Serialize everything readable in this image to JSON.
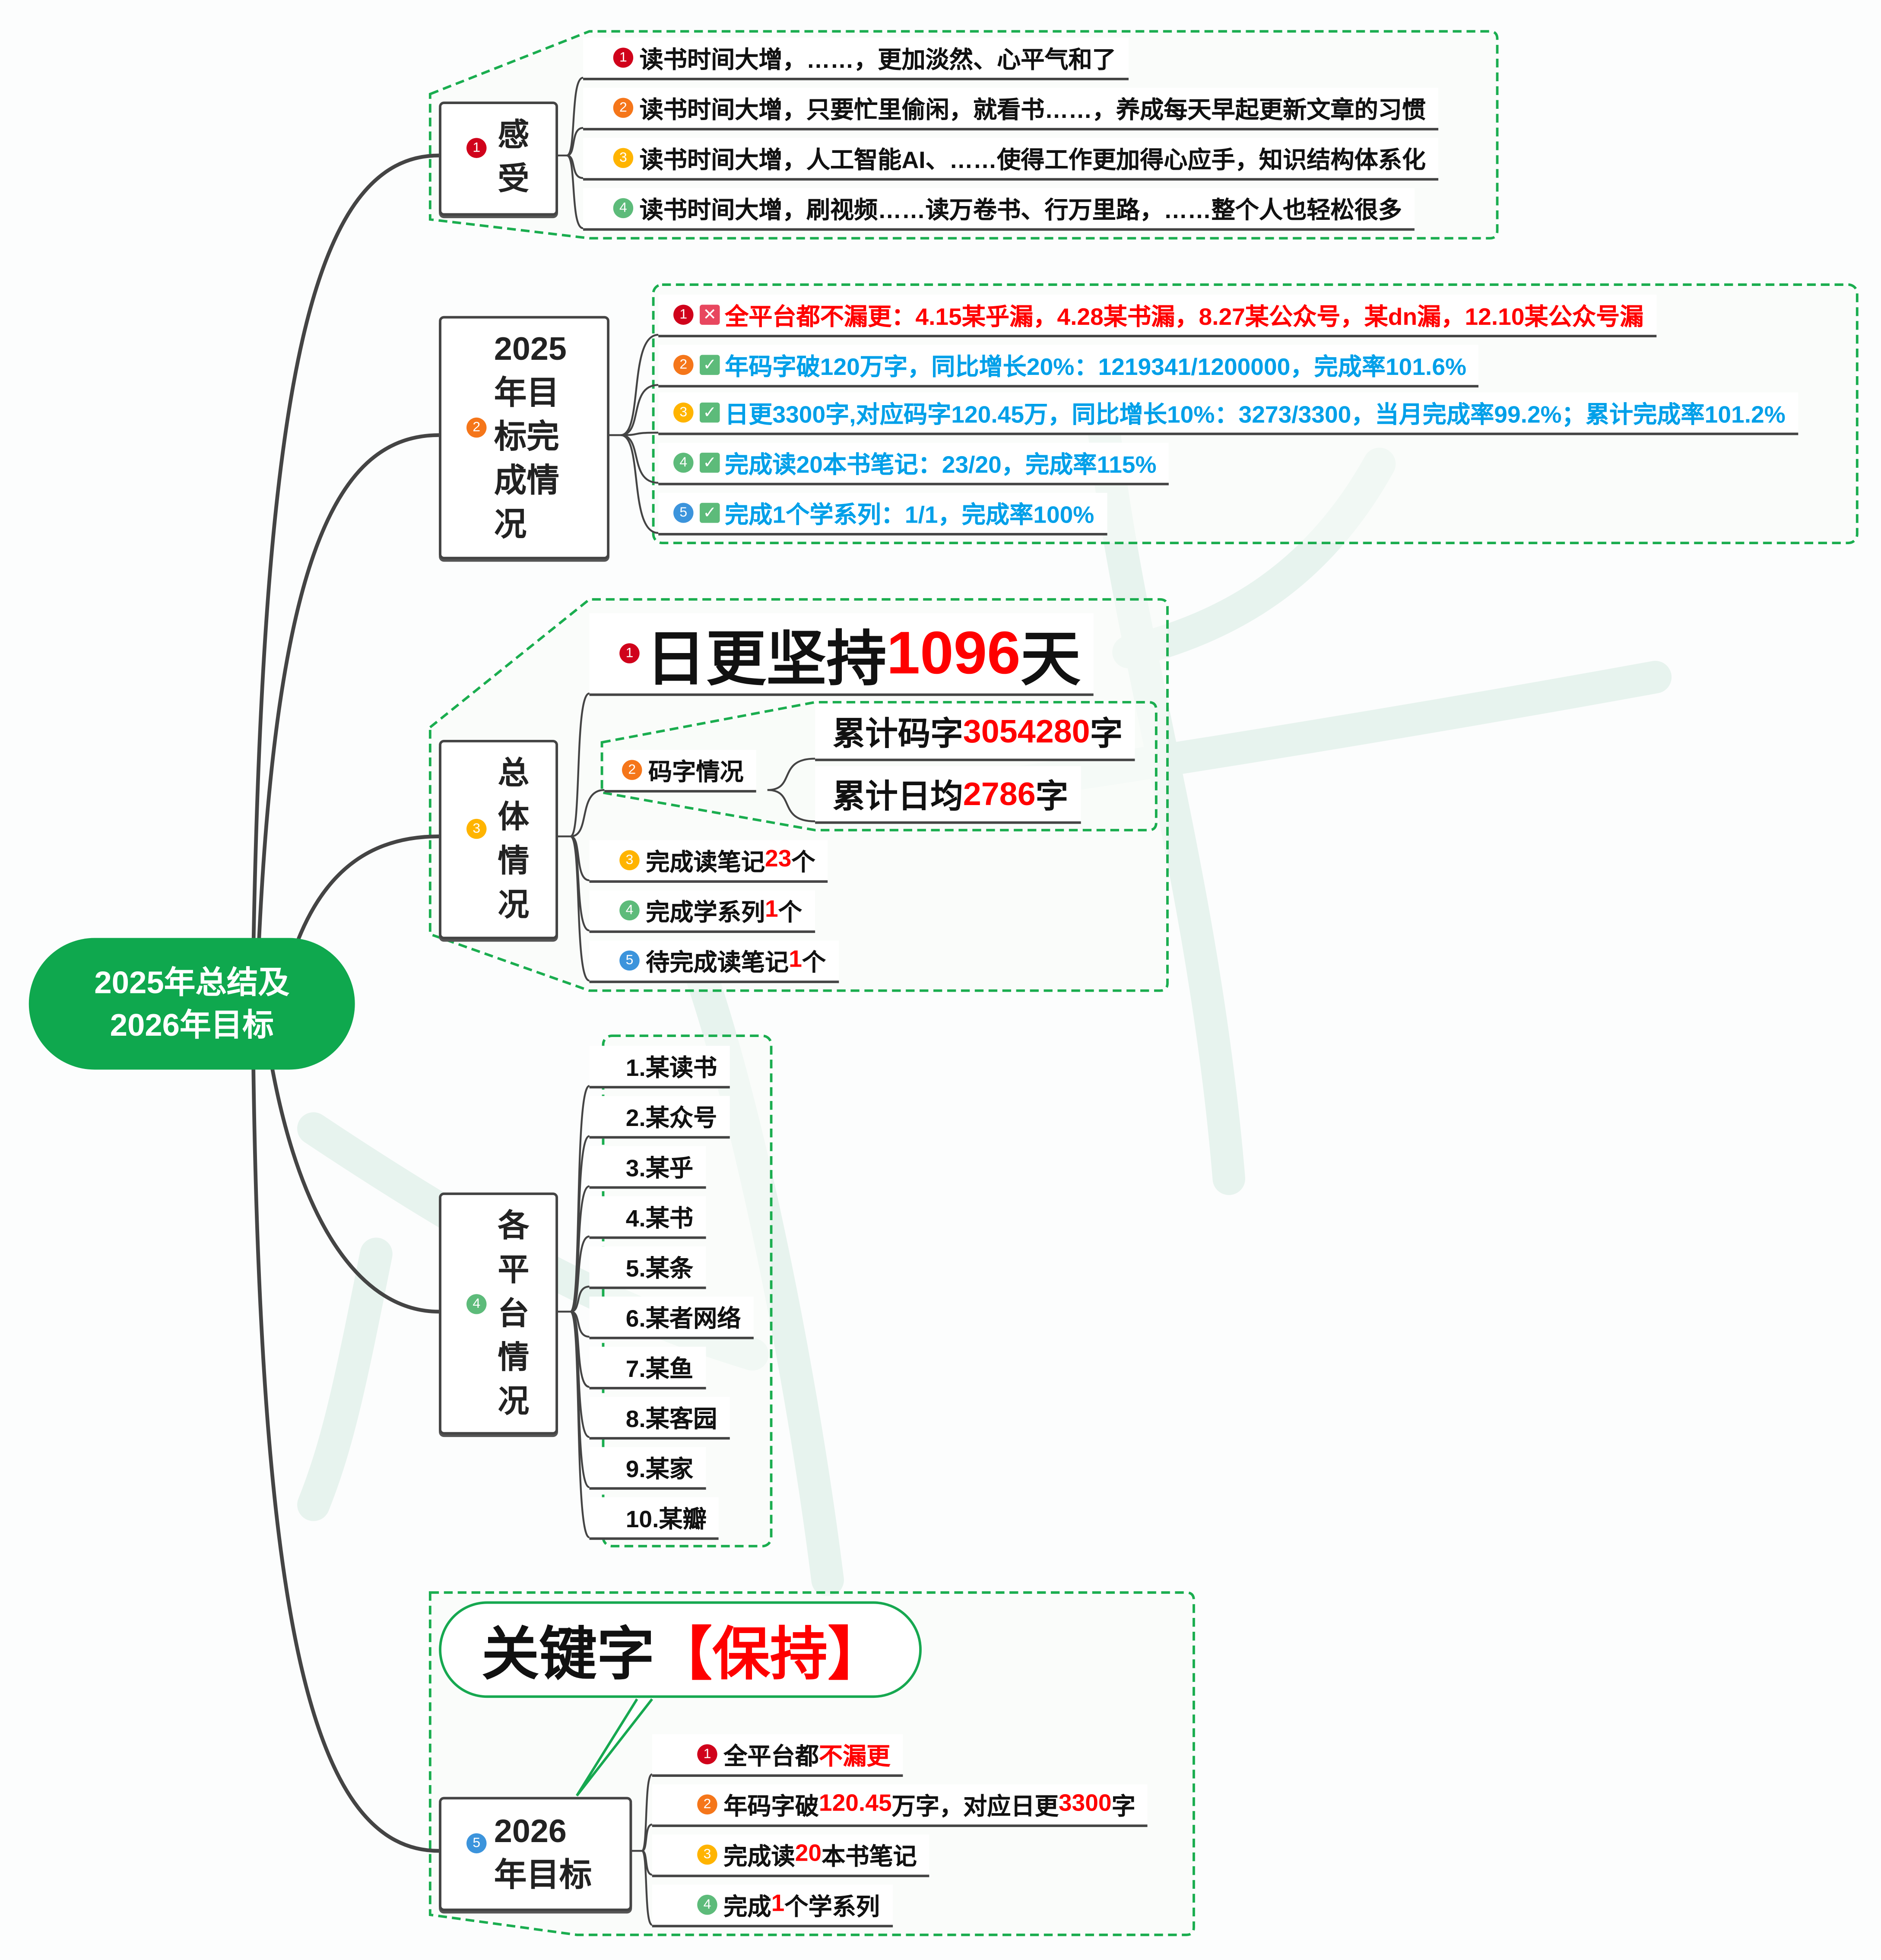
{
  "colors": {
    "accent_green": "#0fa84e",
    "dash_green": "#1aad4f",
    "red": "#ff0000",
    "blue": "#00a0e9",
    "text": "#111111",
    "badge": {
      "1": "#d0021b",
      "2": "#f5761a",
      "3": "#ffb400",
      "4": "#5dbb7a",
      "5": "#3c94dc"
    }
  },
  "root": {
    "line1": "2025年总结及",
    "line2": "2026年目标"
  },
  "sections": [
    {
      "badge": "1",
      "label_lines": [
        "感",
        "受"
      ],
      "items": [
        {
          "badge": "1",
          "segments": [
            {
              "text": "读书时间大增，……，更加淡然、心平气和了",
              "color": "black"
            }
          ]
        },
        {
          "badge": "2",
          "segments": [
            {
              "text": "读书时间大增，只要忙里偷闲，就看书……，养成每天早起更新文章的习惯",
              "color": "black"
            }
          ]
        },
        {
          "badge": "3",
          "segments": [
            {
              "text": "读书时间大增，人工智能AI、……使得工作更加得心应手，知识结构体系化",
              "color": "black"
            }
          ]
        },
        {
          "badge": "4",
          "segments": [
            {
              "text": "读书时间大增，刷视频……读万卷书、行万里路，……整个人也轻松很多",
              "color": "black"
            }
          ]
        }
      ]
    },
    {
      "badge": "2",
      "label_lines": [
        "2025",
        "年目",
        "标完",
        "成情",
        "况"
      ],
      "items": [
        {
          "badge": "1",
          "icon": "cross-box-icon",
          "segments": [
            {
              "text": "全平台都不漏更：4.15某乎漏，4.28某书漏，8.27某公众号，某dn漏，12.10某公众号漏",
              "color": "red"
            }
          ]
        },
        {
          "badge": "2",
          "icon": "check-box-icon",
          "segments": [
            {
              "text": "年码字破120万字，同比增长20%：1219341/1200000，完成率101.6%",
              "color": "blue"
            }
          ]
        },
        {
          "badge": "3",
          "icon": "check-box-icon",
          "segments": [
            {
              "text": "日更3300字,对应码字120.45万，同比增长10%：3273/3300，当月完成率99.2%；累计完成率101.2%",
              "color": "blue"
            }
          ]
        },
        {
          "badge": "4",
          "icon": "check-box-icon",
          "segments": [
            {
              "text": "完成读20本书笔记：23/20，完成率115%",
              "color": "blue"
            }
          ]
        },
        {
          "badge": "5",
          "icon": "check-box-icon",
          "segments": [
            {
              "text": "完成1个学系列：1/1，完成率100%",
              "color": "blue"
            }
          ]
        }
      ]
    },
    {
      "badge": "3",
      "label_lines": [
        "总",
        "体",
        "情",
        "况"
      ],
      "items": [
        {
          "badge": "1",
          "segments": [
            {
              "text": "日更坚持",
              "color": "black"
            },
            {
              "text": "1096",
              "color": "red"
            },
            {
              "text": "天",
              "color": "black"
            }
          ]
        },
        {
          "badge": "2",
          "segments": [
            {
              "text": "码字情况",
              "color": "black"
            }
          ],
          "children": [
            {
              "segments": [
                {
                  "text": "累计码字",
                  "color": "black"
                },
                {
                  "text": "3054280",
                  "color": "red"
                },
                {
                  "text": "字",
                  "color": "black"
                }
              ]
            },
            {
              "segments": [
                {
                  "text": "累计日均",
                  "color": "black"
                },
                {
                  "text": "2786",
                  "color": "red"
                },
                {
                  "text": "字",
                  "color": "black"
                }
              ]
            }
          ]
        },
        {
          "badge": "3",
          "segments": [
            {
              "text": "完成读笔记",
              "color": "black"
            },
            {
              "text": "23",
              "color": "red"
            },
            {
              "text": "个",
              "color": "black"
            }
          ]
        },
        {
          "badge": "4",
          "segments": [
            {
              "text": "完成学系列",
              "color": "black"
            },
            {
              "text": "1",
              "color": "red"
            },
            {
              "text": "个",
              "color": "black"
            }
          ]
        },
        {
          "badge": "5",
          "segments": [
            {
              "text": "待完成读笔记",
              "color": "black"
            },
            {
              "text": "1",
              "color": "red"
            },
            {
              "text": "个",
              "color": "black"
            }
          ]
        }
      ]
    },
    {
      "badge": "4",
      "label_lines": [
        "各",
        "平",
        "台",
        "情",
        "况"
      ],
      "items": [
        {
          "segments": [
            {
              "text": "1.某读书",
              "color": "black"
            }
          ]
        },
        {
          "segments": [
            {
              "text": "2.某众号",
              "color": "black"
            }
          ]
        },
        {
          "segments": [
            {
              "text": "3.某乎",
              "color": "black"
            }
          ]
        },
        {
          "segments": [
            {
              "text": "4.某书",
              "color": "black"
            }
          ]
        },
        {
          "segments": [
            {
              "text": "5.某条",
              "color": "black"
            }
          ]
        },
        {
          "segments": [
            {
              "text": "6.某者网络",
              "color": "black"
            }
          ]
        },
        {
          "segments": [
            {
              "text": "7.某鱼",
              "color": "black"
            }
          ]
        },
        {
          "segments": [
            {
              "text": "8.某客园",
              "color": "black"
            }
          ]
        },
        {
          "segments": [
            {
              "text": "9.某家",
              "color": "black"
            }
          ]
        },
        {
          "segments": [
            {
              "text": "10.某瓣",
              "color": "black"
            }
          ]
        }
      ]
    },
    {
      "badge": "5",
      "label_lines": [
        "2026",
        "年目标"
      ],
      "callout": {
        "keyword": "关键字",
        "highlight": "【保持】"
      },
      "items": [
        {
          "badge": "1",
          "segments": [
            {
              "text": "全平台都",
              "color": "black"
            },
            {
              "text": "不漏更",
              "color": "red"
            }
          ]
        },
        {
          "badge": "2",
          "segments": [
            {
              "text": "年码字破",
              "color": "black"
            },
            {
              "text": "120.45",
              "color": "red"
            },
            {
              "text": "万字，对应日更",
              "color": "black"
            },
            {
              "text": "3300",
              "color": "red"
            },
            {
              "text": "字",
              "color": "black"
            }
          ]
        },
        {
          "badge": "3",
          "segments": [
            {
              "text": "完成读",
              "color": "black"
            },
            {
              "text": "20",
              "color": "red"
            },
            {
              "text": "本书笔记",
              "color": "black"
            }
          ]
        },
        {
          "badge": "4",
          "segments": [
            {
              "text": "完成",
              "color": "black"
            },
            {
              "text": "1",
              "color": "red"
            },
            {
              "text": "个学系列",
              "color": "black"
            }
          ]
        }
      ]
    }
  ]
}
